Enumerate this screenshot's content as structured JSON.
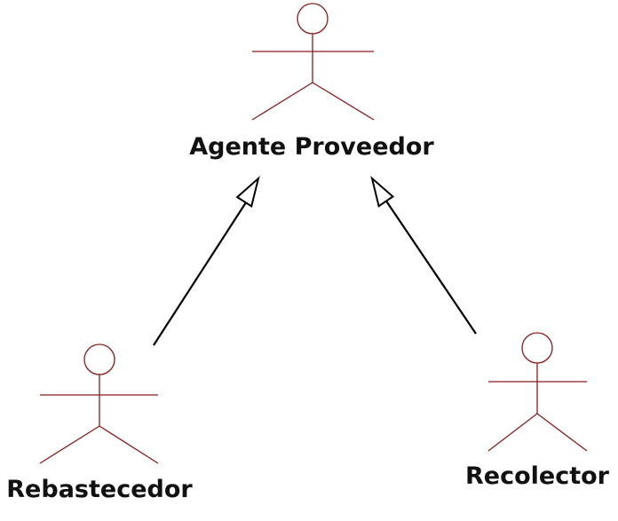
{
  "diagram": {
    "type": "uml-use-case-actor-generalization",
    "actors": [
      {
        "id": "agente-proveedor",
        "label": "Agente Proveedor"
      },
      {
        "id": "rebastecedor",
        "label": "Rebastecedor"
      },
      {
        "id": "recolector",
        "label": "Recolector"
      }
    ],
    "generalizations": [
      {
        "from": "rebastecedor",
        "to": "agente-proveedor"
      },
      {
        "from": "recolector",
        "to": "agente-proveedor"
      }
    ],
    "colors": {
      "actor_stroke": "#8b1a1a",
      "arrow": "#000000",
      "label": "#111111",
      "background": "#ffffff"
    }
  }
}
